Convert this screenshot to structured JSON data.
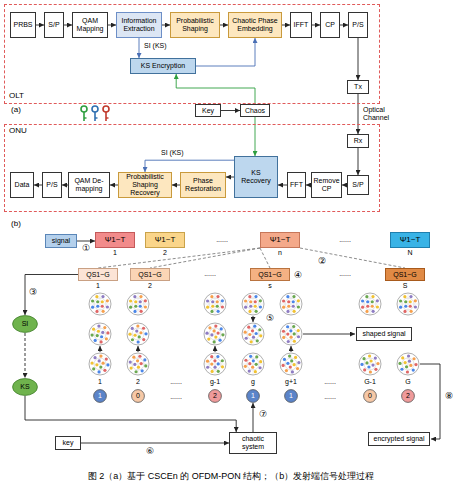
{
  "diagram": {
    "caption": "图 2（a）基于 CSCEn 的 OFDM-PON 结构；（b）发射端信号处理过程",
    "nodes": [
      {
        "text": [
          "OLT"
        ]
      },
      {
        "text": [
          "PRBS"
        ],
        "in": 0
      },
      {
        "text": [
          "S/P"
        ],
        "in": 0
      },
      {
        "text": [
          "QAM Mapping"
        ],
        "in": 0
      },
      {
        "text": [
          "Information Extraction"
        ],
        "in": 0
      },
      {
        "text": [
          "Probabilistic Shaping"
        ],
        "in": 0
      },
      {
        "text": [
          "Chaotic Phase Embedding"
        ],
        "in": 0
      },
      {
        "text": [
          "IFFT"
        ],
        "in": 0
      },
      {
        "text": [
          "CP"
        ],
        "in": 0
      },
      {
        "text": [
          "P/S"
        ],
        "in": 0
      },
      {
        "text": [
          "KS Encryption"
        ],
        "in": 0
      },
      {
        "text": [
          "Tx"
        ],
        "in": 0
      },
      {
        "text": [
          "Key"
        ]
      },
      {
        "text": [
          "Chaos"
        ]
      },
      {
        "text": [
          "ONU"
        ]
      },
      {
        "text": [
          "Rx"
        ],
        "in": 14
      },
      {
        "text": [
          "S/P"
        ],
        "in": 14
      },
      {
        "text": [
          "Remove CP"
        ],
        "in": 14
      },
      {
        "text": [
          "FFT"
        ],
        "in": 14
      },
      {
        "text": [
          "KS Recovery"
        ],
        "in": 14
      },
      {
        "text": [
          "Phase Restoration"
        ],
        "in": 14
      },
      {
        "text": [
          "Probabilistic Shaping Recovery"
        ],
        "in": 14
      },
      {
        "text": [
          "QAM De-mapping"
        ],
        "in": 14
      },
      {
        "text": [
          "P/S"
        ],
        "in": 14
      },
      {
        "text": [
          "Data"
        ],
        "in": 14
      },
      {
        "text": [
          "signal"
        ]
      },
      {
        "text": [
          "Ψ1~T"
        ]
      },
      {
        "text": [
          "Ψ1~T"
        ]
      },
      {
        "text": [
          "Ψ1~T"
        ]
      },
      {
        "text": [
          "Ψ1~T"
        ]
      },
      {
        "text": [
          "QS1~G"
        ]
      },
      {
        "text": [
          "QS1~G"
        ]
      },
      {
        "text": [
          "QS1~G"
        ]
      },
      {
        "text": [
          "QS1~G"
        ]
      },
      {
        "text": [
          "SI"
        ]
      },
      {
        "text": [
          "KS"
        ]
      },
      {
        "text": [
          "key"
        ]
      },
      {
        "text": [
          "chaotic system"
        ]
      },
      {
        "text": [
          "shaped signal"
        ]
      },
      {
        "text": [
          "encrypted signal"
        ]
      },
      {
        "text": [
          "1"
        ]
      },
      {
        "text": [
          "0"
        ]
      },
      {
        "text": [
          "2"
        ]
      },
      {
        "text": [
          "1"
        ]
      },
      {
        "text": [
          "1"
        ]
      },
      {
        "text": [
          "0"
        ]
      },
      {
        "text": [
          "2"
        ]
      }
    ],
    "edges": [
      {
        "from": 1,
        "to": 2,
        "arrow": "to"
      },
      {
        "from": 2,
        "to": 3,
        "arrow": "to"
      },
      {
        "from": 3,
        "to": 4,
        "arrow": "to"
      },
      {
        "from": 4,
        "to": 5,
        "arrow": "to"
      },
      {
        "from": 5,
        "to": 6,
        "arrow": "to"
      },
      {
        "from": 6,
        "to": 7,
        "arrow": "to"
      },
      {
        "from": 7,
        "to": 8,
        "arrow": "to"
      },
      {
        "from": 8,
        "to": 9,
        "arrow": "to"
      },
      {
        "from": 9,
        "to": 11,
        "arrow": "to"
      },
      {
        "from": 4,
        "to": 10,
        "label": "SI (KS)",
        "arrow": "to"
      },
      {
        "from": 10,
        "to": 6,
        "arrow": "to"
      },
      {
        "from": 12,
        "to": 13,
        "arrow": "to"
      },
      {
        "from": 13,
        "to": 10,
        "arrow": "to"
      },
      {
        "from": 13,
        "to": 19,
        "arrow": "to"
      },
      {
        "from": 11,
        "to": 15,
        "label": "Optical Channel",
        "arrow": "to"
      },
      {
        "from": 15,
        "to": 16,
        "arrow": "to"
      },
      {
        "from": 16,
        "to": 17,
        "arrow": "to"
      },
      {
        "from": 17,
        "to": 18,
        "arrow": "to"
      },
      {
        "from": 18,
        "to": 19,
        "arrow": "to"
      },
      {
        "from": 19,
        "to": 20,
        "arrow": "to"
      },
      {
        "from": 20,
        "to": 21,
        "arrow": "to"
      },
      {
        "from": 21,
        "to": 22,
        "arrow": "to"
      },
      {
        "from": 22,
        "to": 23,
        "arrow": "to"
      },
      {
        "from": 23,
        "to": 24,
        "arrow": "to"
      },
      {
        "from": 19,
        "to": 21,
        "label": "SI (KS)",
        "arrow": "to"
      },
      {
        "from": 25,
        "to": 26,
        "arrow": "to"
      },
      {
        "from": 28,
        "to": 30,
        "arrow": "none"
      },
      {
        "from": 28,
        "to": 31,
        "arrow": "none"
      },
      {
        "from": 28,
        "to": 32,
        "arrow": "none"
      },
      {
        "from": 28,
        "to": 33,
        "arrow": "none"
      },
      {
        "from": 30,
        "to": 34,
        "arrow": "to"
      },
      {
        "from": 34,
        "to": 35,
        "arrow": "to"
      },
      {
        "from": 35,
        "to": 37,
        "arrow": "to"
      },
      {
        "from": 36,
        "to": 37,
        "arrow": "to"
      },
      {
        "from": 37,
        "to": 43,
        "arrow": "to"
      }
    ],
    "labels": [
      "(a)",
      "(b)",
      "①",
      "1",
      "2",
      "......",
      "n",
      "②",
      "......",
      "N",
      "③",
      "1",
      "2",
      "......",
      "s",
      "④",
      "......",
      "S",
      "⑤",
      "1",
      "2",
      "......",
      "g-1",
      "g",
      "g+1",
      "......",
      "G-1",
      "G",
      "......",
      "......",
      "⑥",
      "⑦",
      "⑧"
    ]
  }
}
